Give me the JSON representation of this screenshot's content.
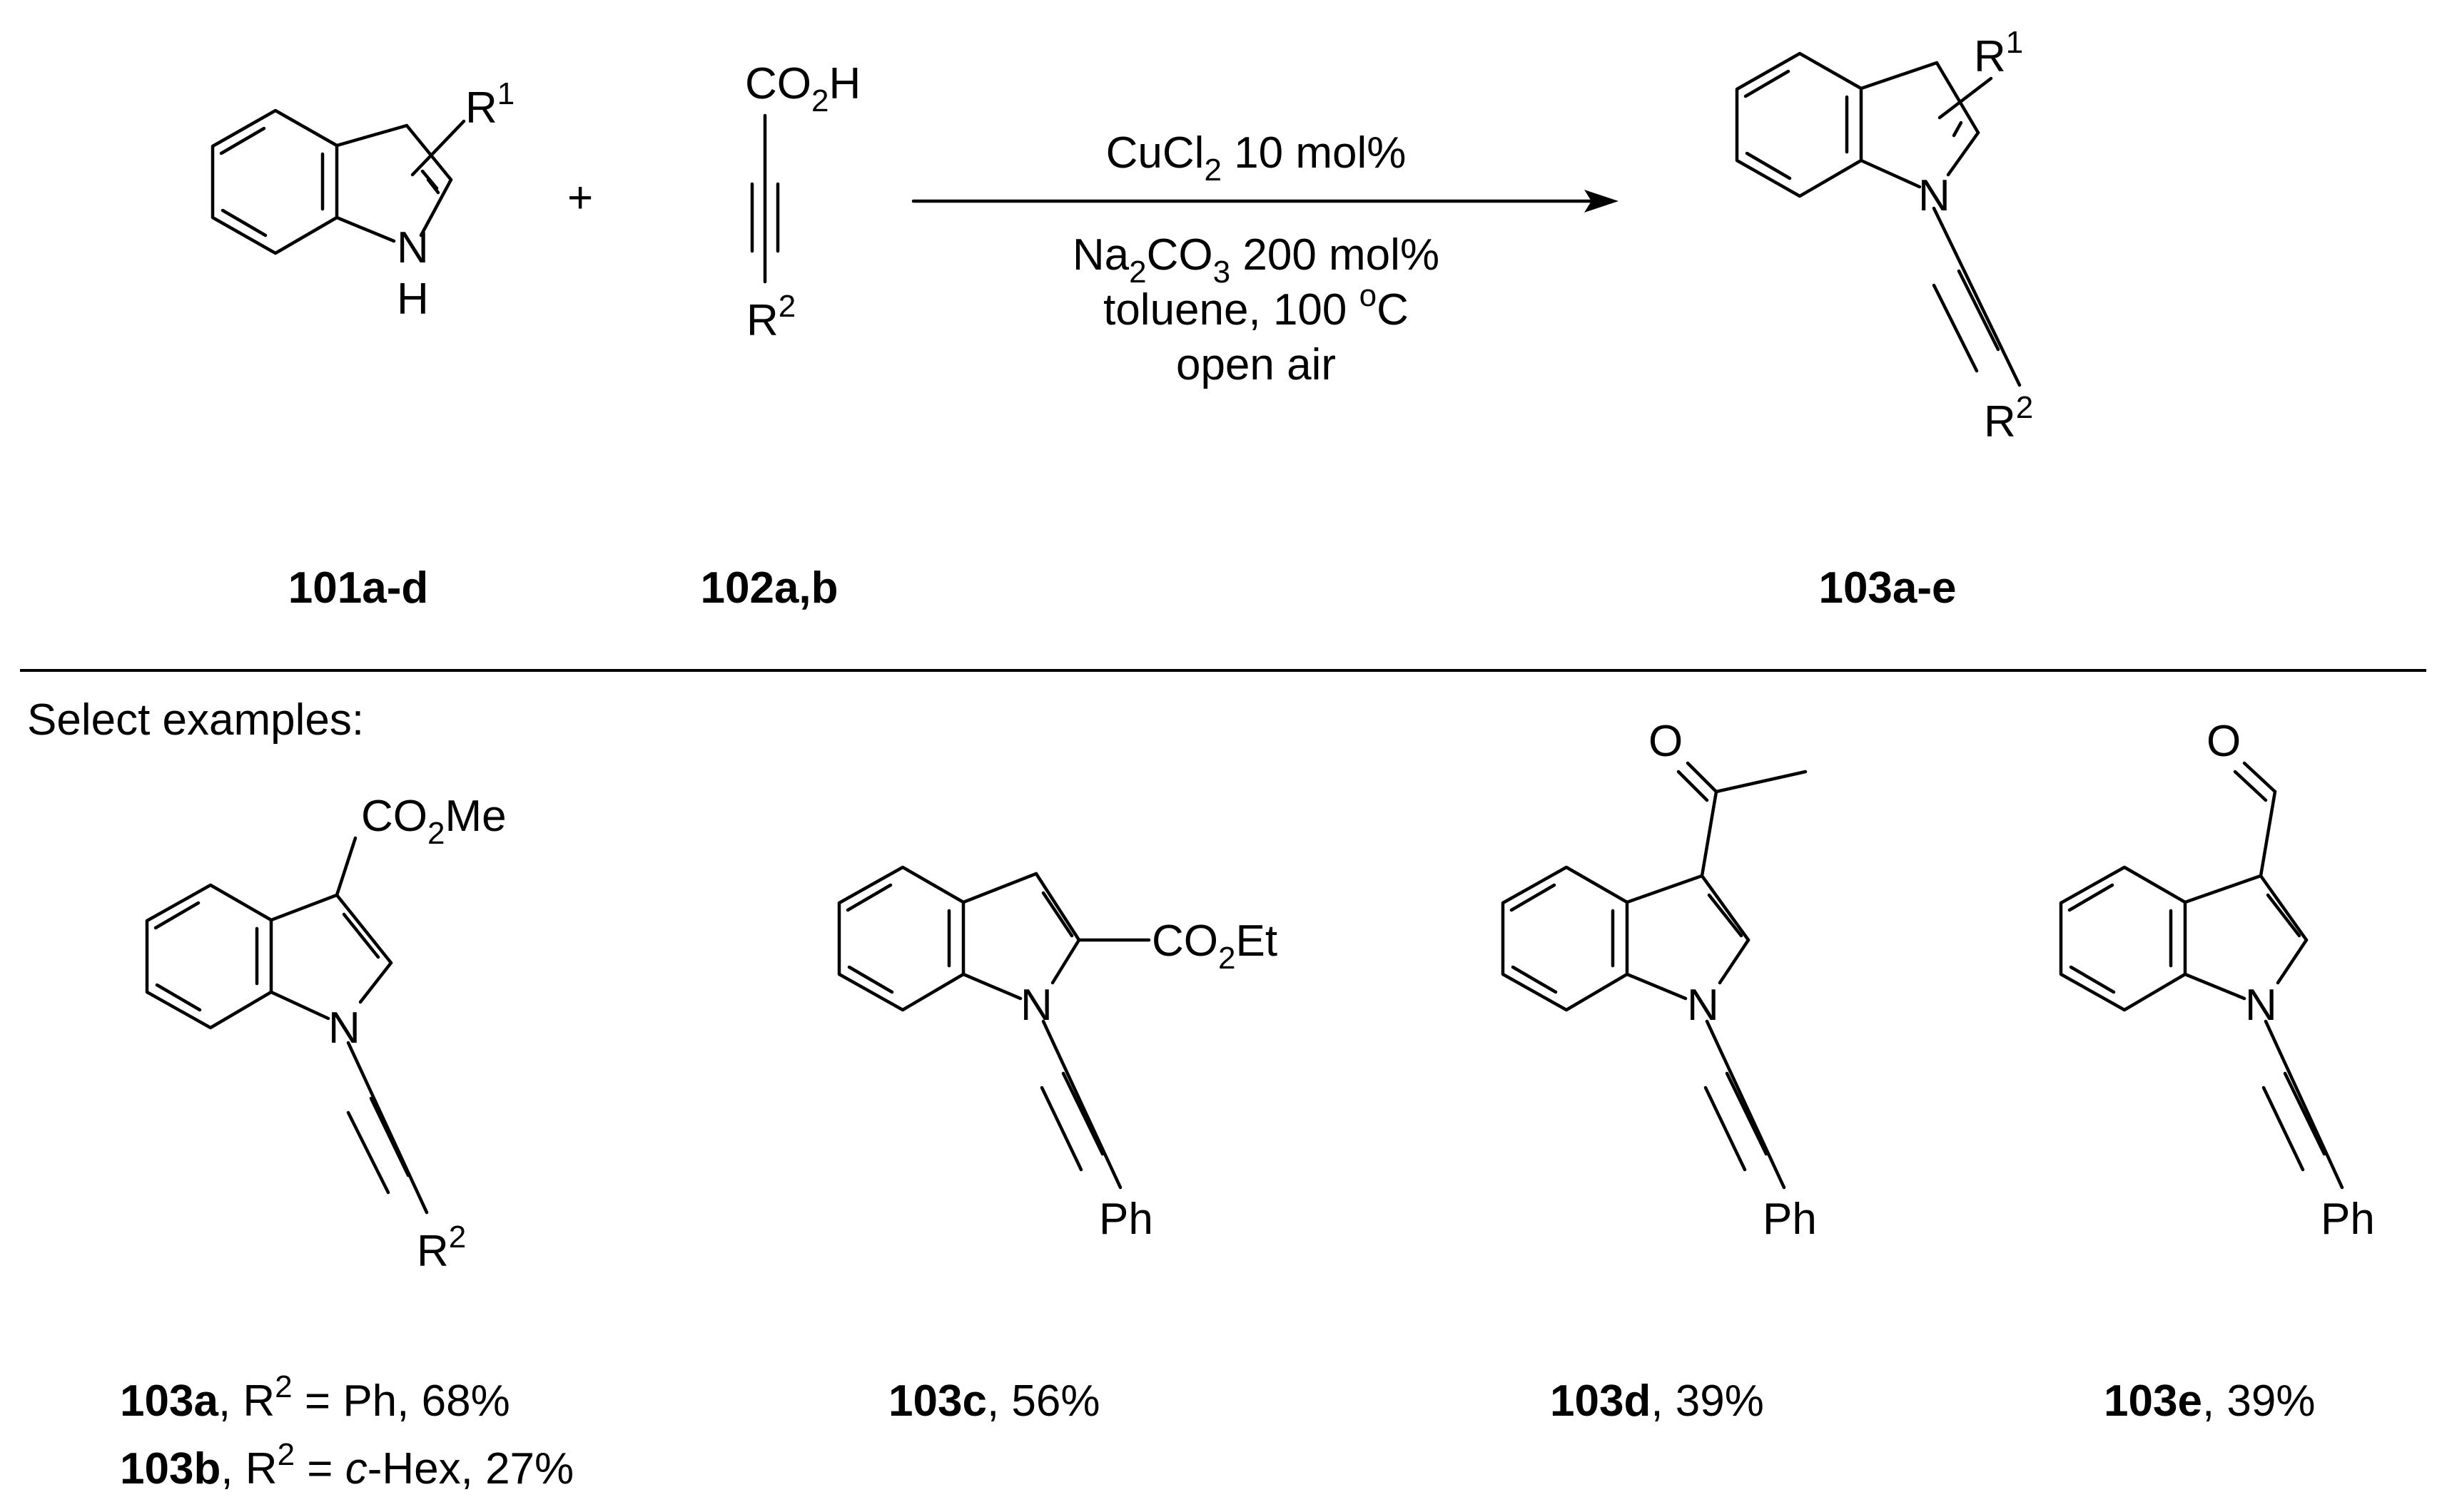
{
  "scheme": {
    "reactant1": {
      "id": "101a-d",
      "r_label": "R",
      "r_sup": "1",
      "nh_n": "N",
      "nh_h": "H"
    },
    "plus": "+",
    "reactant2": {
      "id": "102a,b",
      "acid_co": "CO",
      "acid_sub": "2",
      "acid_h": "H",
      "r_label": "R",
      "r_sup": "2"
    },
    "conditions": {
      "line1_a": "CuCl",
      "line1_sub": "2",
      "line1_b": " 10 mol%",
      "line2_a": "Na",
      "line2_sub1": "2",
      "line2_b": "CO",
      "line2_sub2": "3",
      "line2_c": " 200 mol%",
      "line3_a": "toluene, 100 ",
      "line3_sup": "o",
      "line3_b": "C",
      "line4": "open air"
    },
    "product": {
      "id": "103a-e",
      "r1_label": "R",
      "r1_sup": "1",
      "n": "N",
      "r2_label": "R",
      "r2_sup": "2"
    }
  },
  "section_title": "Select examples:",
  "examples": [
    {
      "id": "103a",
      "n": "N",
      "sub_a": "CO",
      "sub_sub": "2",
      "sub_b": "Me",
      "r_label": "R",
      "r_sup": "2",
      "caption_line1": {
        "id": "103a",
        "sep": ", ",
        "r": "R",
        "sup": "2",
        "text": " = Ph, 68%"
      },
      "caption_line2": {
        "id": "103b",
        "sep": ", ",
        "r": "R",
        "sup": "2",
        "eq": " = ",
        "italic": "c",
        "text": "-Hex, 27%"
      }
    },
    {
      "id": "103c",
      "n": "N",
      "sub_a": "CO",
      "sub_sub": "2",
      "sub_b": "Et",
      "ph": "Ph",
      "caption_sep": ", ",
      "caption_yield": "56%"
    },
    {
      "id": "103d",
      "n": "N",
      "o": "O",
      "ph": "Ph",
      "caption_sep": ", ",
      "caption_yield": "39%"
    },
    {
      "id": "103e",
      "n": "N",
      "o": "O",
      "ph": "Ph",
      "caption_sep": ", ",
      "caption_yield": "39%"
    }
  ]
}
